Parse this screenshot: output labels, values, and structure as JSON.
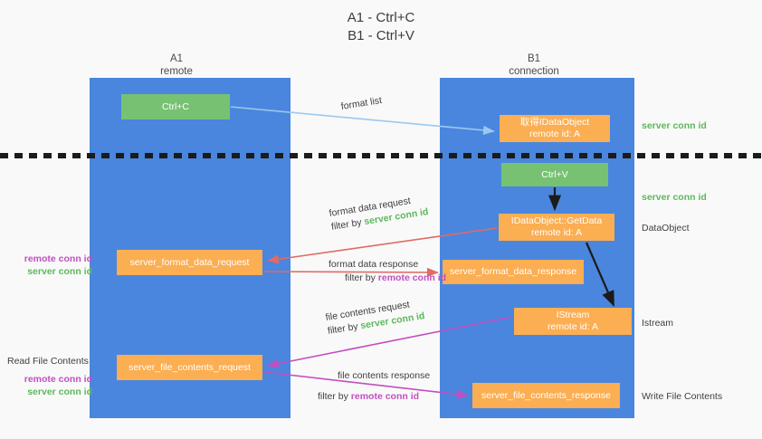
{
  "title": {
    "line1": "A1 - Ctrl+C",
    "line2": "B1 - Ctrl+V"
  },
  "columns": {
    "a1": {
      "name": "A1",
      "sub": "remote"
    },
    "b1": {
      "name": "B1",
      "sub": "connection"
    }
  },
  "boxes": {
    "ctrl_c": "Ctrl+C",
    "get_data_object": "取得IDataObject\nremote id: A",
    "get_data_object_line1": "取得IDataObject",
    "get_data_object_line2": "remote id: A",
    "ctrl_v": "Ctrl+V",
    "idataobject_getdata_line1": "IDataObject::GetData",
    "idataobject_getdata_line2": "remote id: A",
    "server_format_data_request": "server_format_data_request",
    "server_format_data_response": "server_format_data_response",
    "istream_line1": "IStream",
    "istream_line2": "remote id: A",
    "server_file_contents_request": "server_file_contents_request",
    "server_file_contents_response": "server_file_contents_response"
  },
  "edges": {
    "format_list": "format list",
    "format_data_request": "format data request",
    "format_data_request_filter_prefix": "filter by ",
    "format_data_request_filter_id": "server conn id",
    "format_data_response": "format data response",
    "format_data_response_filter_prefix": "filter by ",
    "format_data_response_filter_id": "remote conn id",
    "file_contents_request": "file contents request",
    "file_contents_request_filter_prefix": "filter by ",
    "file_contents_request_filter_id": "server conn id",
    "file_contents_response": "file contents response",
    "file_contents_response_filter_prefix": "filter by ",
    "file_contents_response_filter_id": "remote conn id"
  },
  "annotations": {
    "right_server_conn_id_top": "server conn id",
    "right_server_conn_id_mid": "server conn id",
    "right_dataobject": "DataObject",
    "right_istream": "Istream",
    "right_write_file_contents": "Write File Contents",
    "left_read_file_contents": "Read File Contents",
    "left_remote_conn_id_1": "remote conn id",
    "left_server_conn_id_1": "server conn id",
    "left_remote_conn_id_2": "remote conn id",
    "left_server_conn_id_2": "server conn id"
  },
  "colors": {
    "lane_blue": "#4a86dd",
    "box_green": "#77c272",
    "box_orange": "#fbae52",
    "server_conn_id": "#5cb85c",
    "remote_conn_id": "#c14fc1",
    "arrow_lightblue": "#9cc8ef",
    "arrow_red": "#e06a64",
    "arrow_magenta": "#c14fc1",
    "arrow_black": "#1b1b1b",
    "background": "#f9f9f9"
  }
}
